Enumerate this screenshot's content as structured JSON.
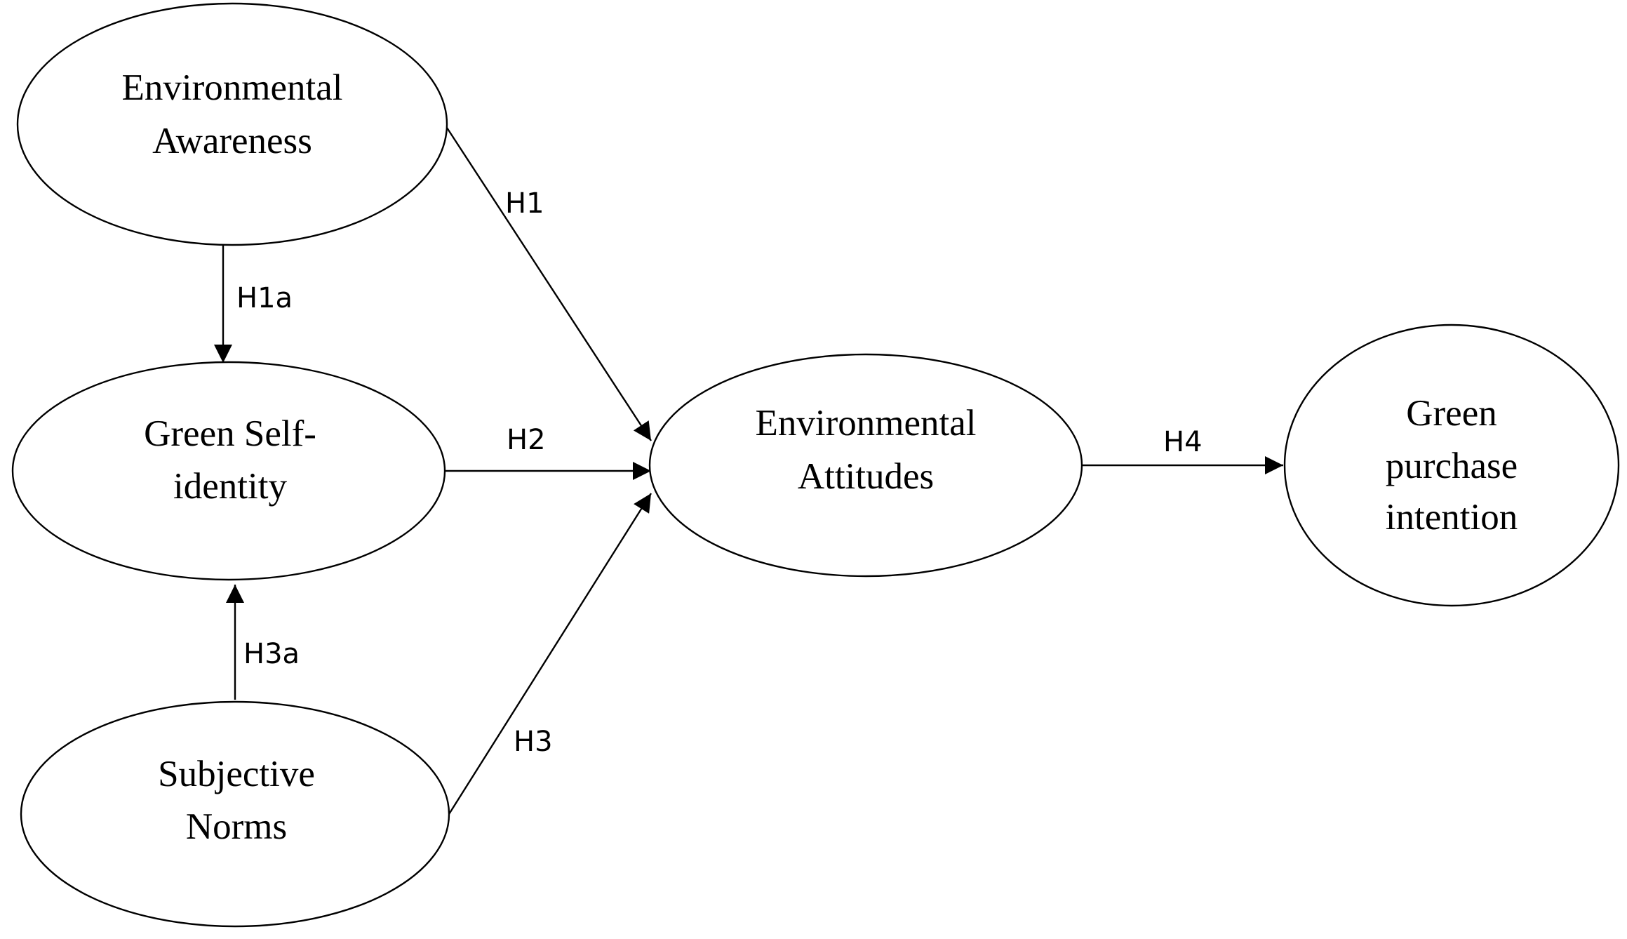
{
  "diagram": {
    "nodes": {
      "environmental_awareness": {
        "lines": [
          "Environmental",
          "Awareness"
        ]
      },
      "green_self_identity": {
        "lines": [
          "Green Self-",
          "identity"
        ]
      },
      "subjective_norms": {
        "lines": [
          "Subjective",
          "Norms"
        ]
      },
      "environmental_attitudes": {
        "lines": [
          "Environmental",
          "Attitudes"
        ]
      },
      "green_purchase_intention": {
        "lines": [
          "Green",
          "purchase",
          "intention"
        ]
      }
    },
    "edges": {
      "h1": {
        "label": "H1",
        "from": "Environmental Awareness",
        "to": "Environmental Attitudes"
      },
      "h1a": {
        "label": "H1a",
        "from": "Environmental Awareness",
        "to": "Green Self-identity"
      },
      "h2": {
        "label": "H2",
        "from": "Green Self-identity",
        "to": "Environmental Attitudes"
      },
      "h3": {
        "label": "H3",
        "from": "Subjective Norms",
        "to": "Environmental Attitudes"
      },
      "h3a": {
        "label": "H3a",
        "from": "Subjective Norms",
        "to": "Green Self-identity"
      },
      "h4": {
        "label": "H4",
        "from": "Environmental Attitudes",
        "to": "Green purchase intention"
      }
    },
    "colors": {
      "stroke": "#000000",
      "background": "#ffffff"
    }
  }
}
